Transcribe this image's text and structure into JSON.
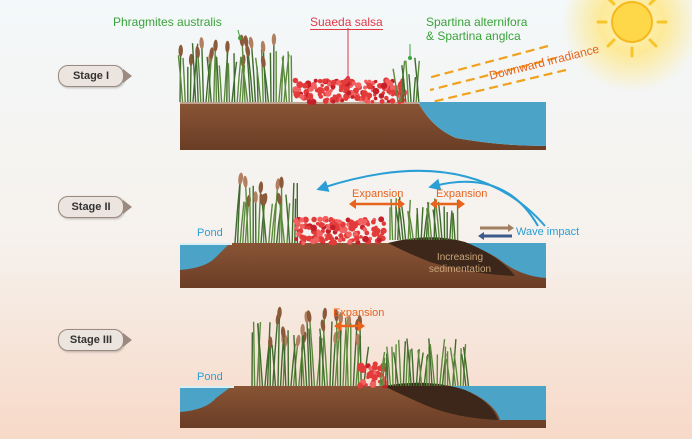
{
  "stages": [
    "Stage I",
    "Stage II",
    "Stage III"
  ],
  "species": {
    "phragmites": "Phragmites australis",
    "suaeda": "Suaeda salsa",
    "spartina_line1": "Spartina alternifora",
    "spartina_line2": "& Spartina anglca"
  },
  "labels": {
    "downward_irradiance": "Downward irradiance",
    "expansion": "Expansion",
    "wave_impact": "Wave impact",
    "pond": "Pond",
    "sedimentation_line1": "Increasing",
    "sedimentation_line2": "sedimentation"
  },
  "colors": {
    "soil": "#7a4a30",
    "dark_soil": "#3d271a",
    "water": "#4ba3c7",
    "reed": "#3f6b2e",
    "suaeda": "#e33a3a",
    "arrow_orange": "#e8631c",
    "arrow_blue": "#2a9fd6",
    "sun": "#ffd84a"
  },
  "icons": [
    "sun-icon",
    "reed-clump-icon",
    "suaeda-bush-icon",
    "expansion-arrow-icon",
    "wave-arrow-icon"
  ]
}
